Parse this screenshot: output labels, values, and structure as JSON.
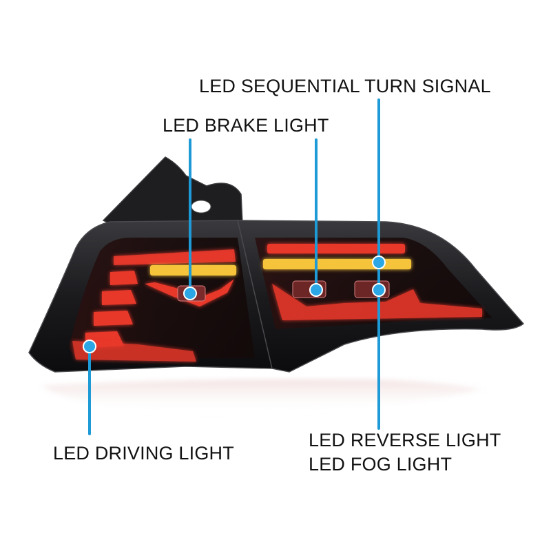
{
  "colors": {
    "callout_line": "#1e9ad6",
    "callout_dot": "#2aa7e4",
    "lamp_red": "#e8392c",
    "lamp_amber": "#f5c43a",
    "housing": "#1a1a1c"
  },
  "labels": {
    "turn_signal": "LED  SEQUENTIAL TURN  SIGNAL",
    "brake": "LED  BRAKE  LIGHT",
    "driving": "LED  DRIVING  LIGHT",
    "reverse": "LED REVERSE LIGHT",
    "fog": "LED FOG LIGHT"
  }
}
